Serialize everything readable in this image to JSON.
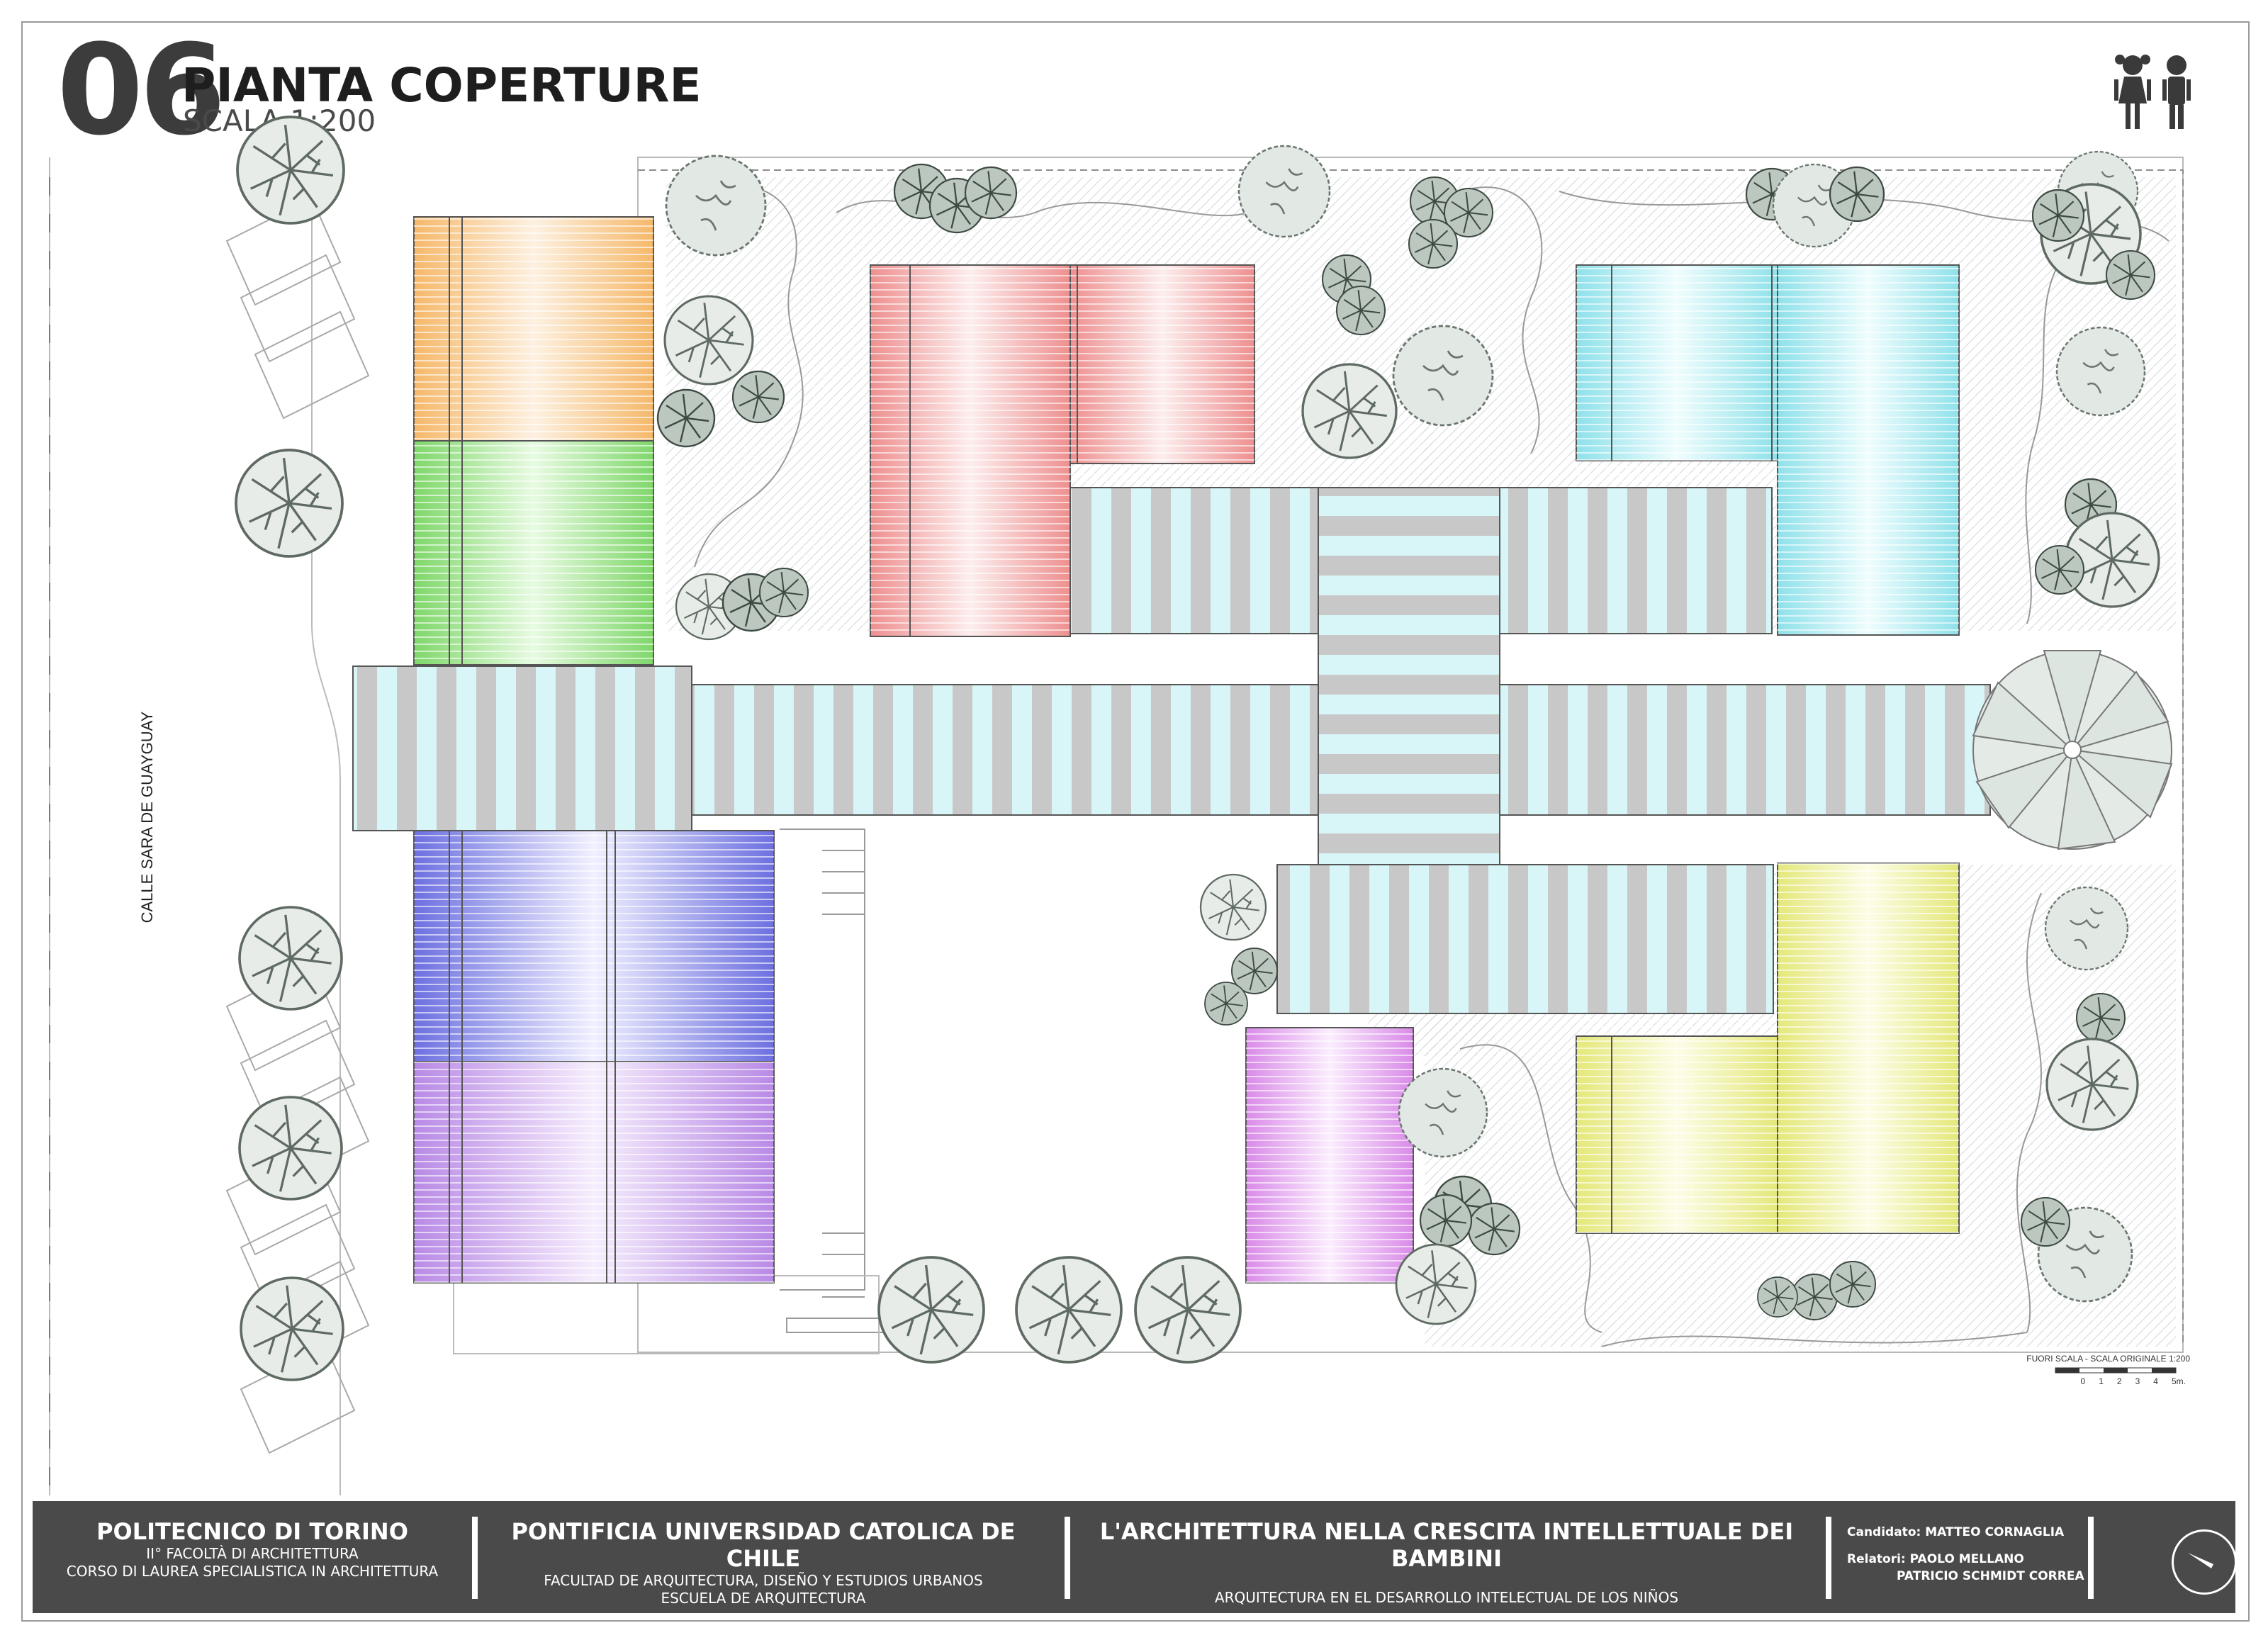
{
  "sheet": {
    "number": "06",
    "title": "PIANTA COPERTURE",
    "subtitle": "SCALA 1:200"
  },
  "plan": {
    "street_label": "CALLE SARA DE GUAYGUAY",
    "scale_note": "FUORI SCALA - SCALA ORIGINALE 1:200",
    "scale_ticks": [
      "0",
      "1",
      "2",
      "3",
      "4",
      "5m."
    ]
  },
  "colors": {
    "roof_orange": "#f7c889",
    "roof_green": "#9fe38d",
    "roof_blue": "#8c8ee8",
    "roof_purple": "#c9a3ea",
    "roof_red": "#f0a3a3",
    "roof_cyan": "#a9e7ef",
    "roof_yellow": "#eef0a0",
    "roof_grey": "#b9b9b9",
    "footer_bg": "#4a4a4a"
  },
  "footer": {
    "col1": {
      "heading": "POLITECNICO DI TORINO",
      "line1": "II° FACOLTÀ DI ARCHITETTURA",
      "line2": "CORSO DI LAUREA SPECIALISTICA IN ARCHITETTURA"
    },
    "col2": {
      "heading": "PONTIFICIA UNIVERSIDAD CATOLICA DE CHILE",
      "line1": "FACULTAD DE ARQUITECTURA, DISEÑO Y ESTUDIOS URBANOS",
      "line2": "ESCUELA DE ARQUITECTURA"
    },
    "col3": {
      "heading": "L'ARCHITETTURA NELLA CRESCITA INTELLETTUALE DEI BAMBINI",
      "line1": "ARQUITECTURA EN EL DESARROLLO INTELECTUAL DE LOS NIÑOS"
    },
    "credits": {
      "candidate": "Candidato: MATTEO CORNAGLIA",
      "relatori": "Relatori: PAOLO MELLANO",
      "relatore2": "PATRICIO SCHMIDT CORREA"
    }
  },
  "icons": {
    "kids": "children-icon",
    "compass": "north-arrow-icon"
  }
}
